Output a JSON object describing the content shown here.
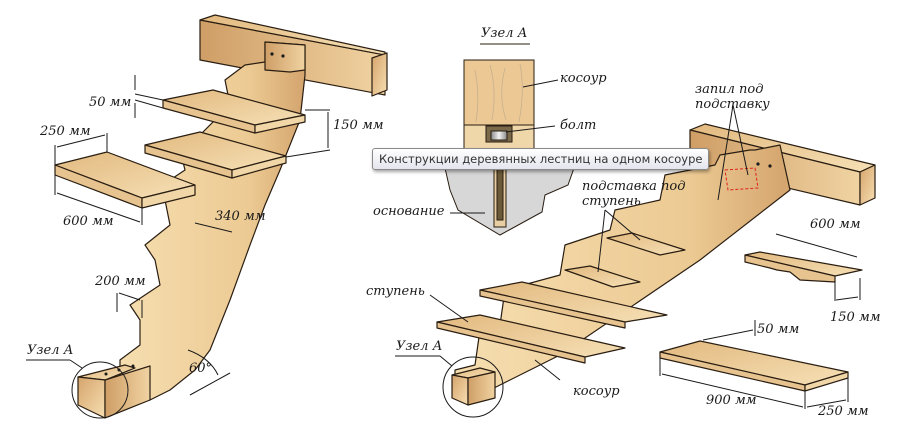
{
  "tooltip": {
    "text": "Конструкции деревянных лестниц на одном косоуре"
  },
  "colors": {
    "wood_light": "#f4dcae",
    "wood_mid": "#e6c08a",
    "wood_dark": "#c99a63",
    "outline": "#2a1e12",
    "concrete": "#d7d7d8",
    "cut_mark": "#e02020"
  },
  "left_figure": {
    "dimensions": {
      "tread_thickness": "50 мм",
      "tread_depth": "250 мм",
      "tread_width": "600 мм",
      "riser_height": "150 мм",
      "stringer_depth": "340 мм",
      "step_run": "200 мм",
      "angle": "60°"
    },
    "node_label": "Узел А"
  },
  "node_detail": {
    "title": "Узел А",
    "labels": {
      "stringer": "косоур",
      "bolt": "болт",
      "base": "основание"
    }
  },
  "right_figure": {
    "labels": {
      "cut": "запил под подставку",
      "cut_line1": "запил под",
      "cut_line2": "подставку",
      "support_line1": "подставка под",
      "support_line2": "ступень",
      "tread": "ступень",
      "node": "Узел А",
      "stringer": "косоур"
    },
    "support_dimensions": {
      "length": "600 мм",
      "height": "150 мм"
    },
    "tread_dimensions": {
      "thickness": "50 мм",
      "length": "900 мм",
      "depth": "250 мм"
    }
  }
}
